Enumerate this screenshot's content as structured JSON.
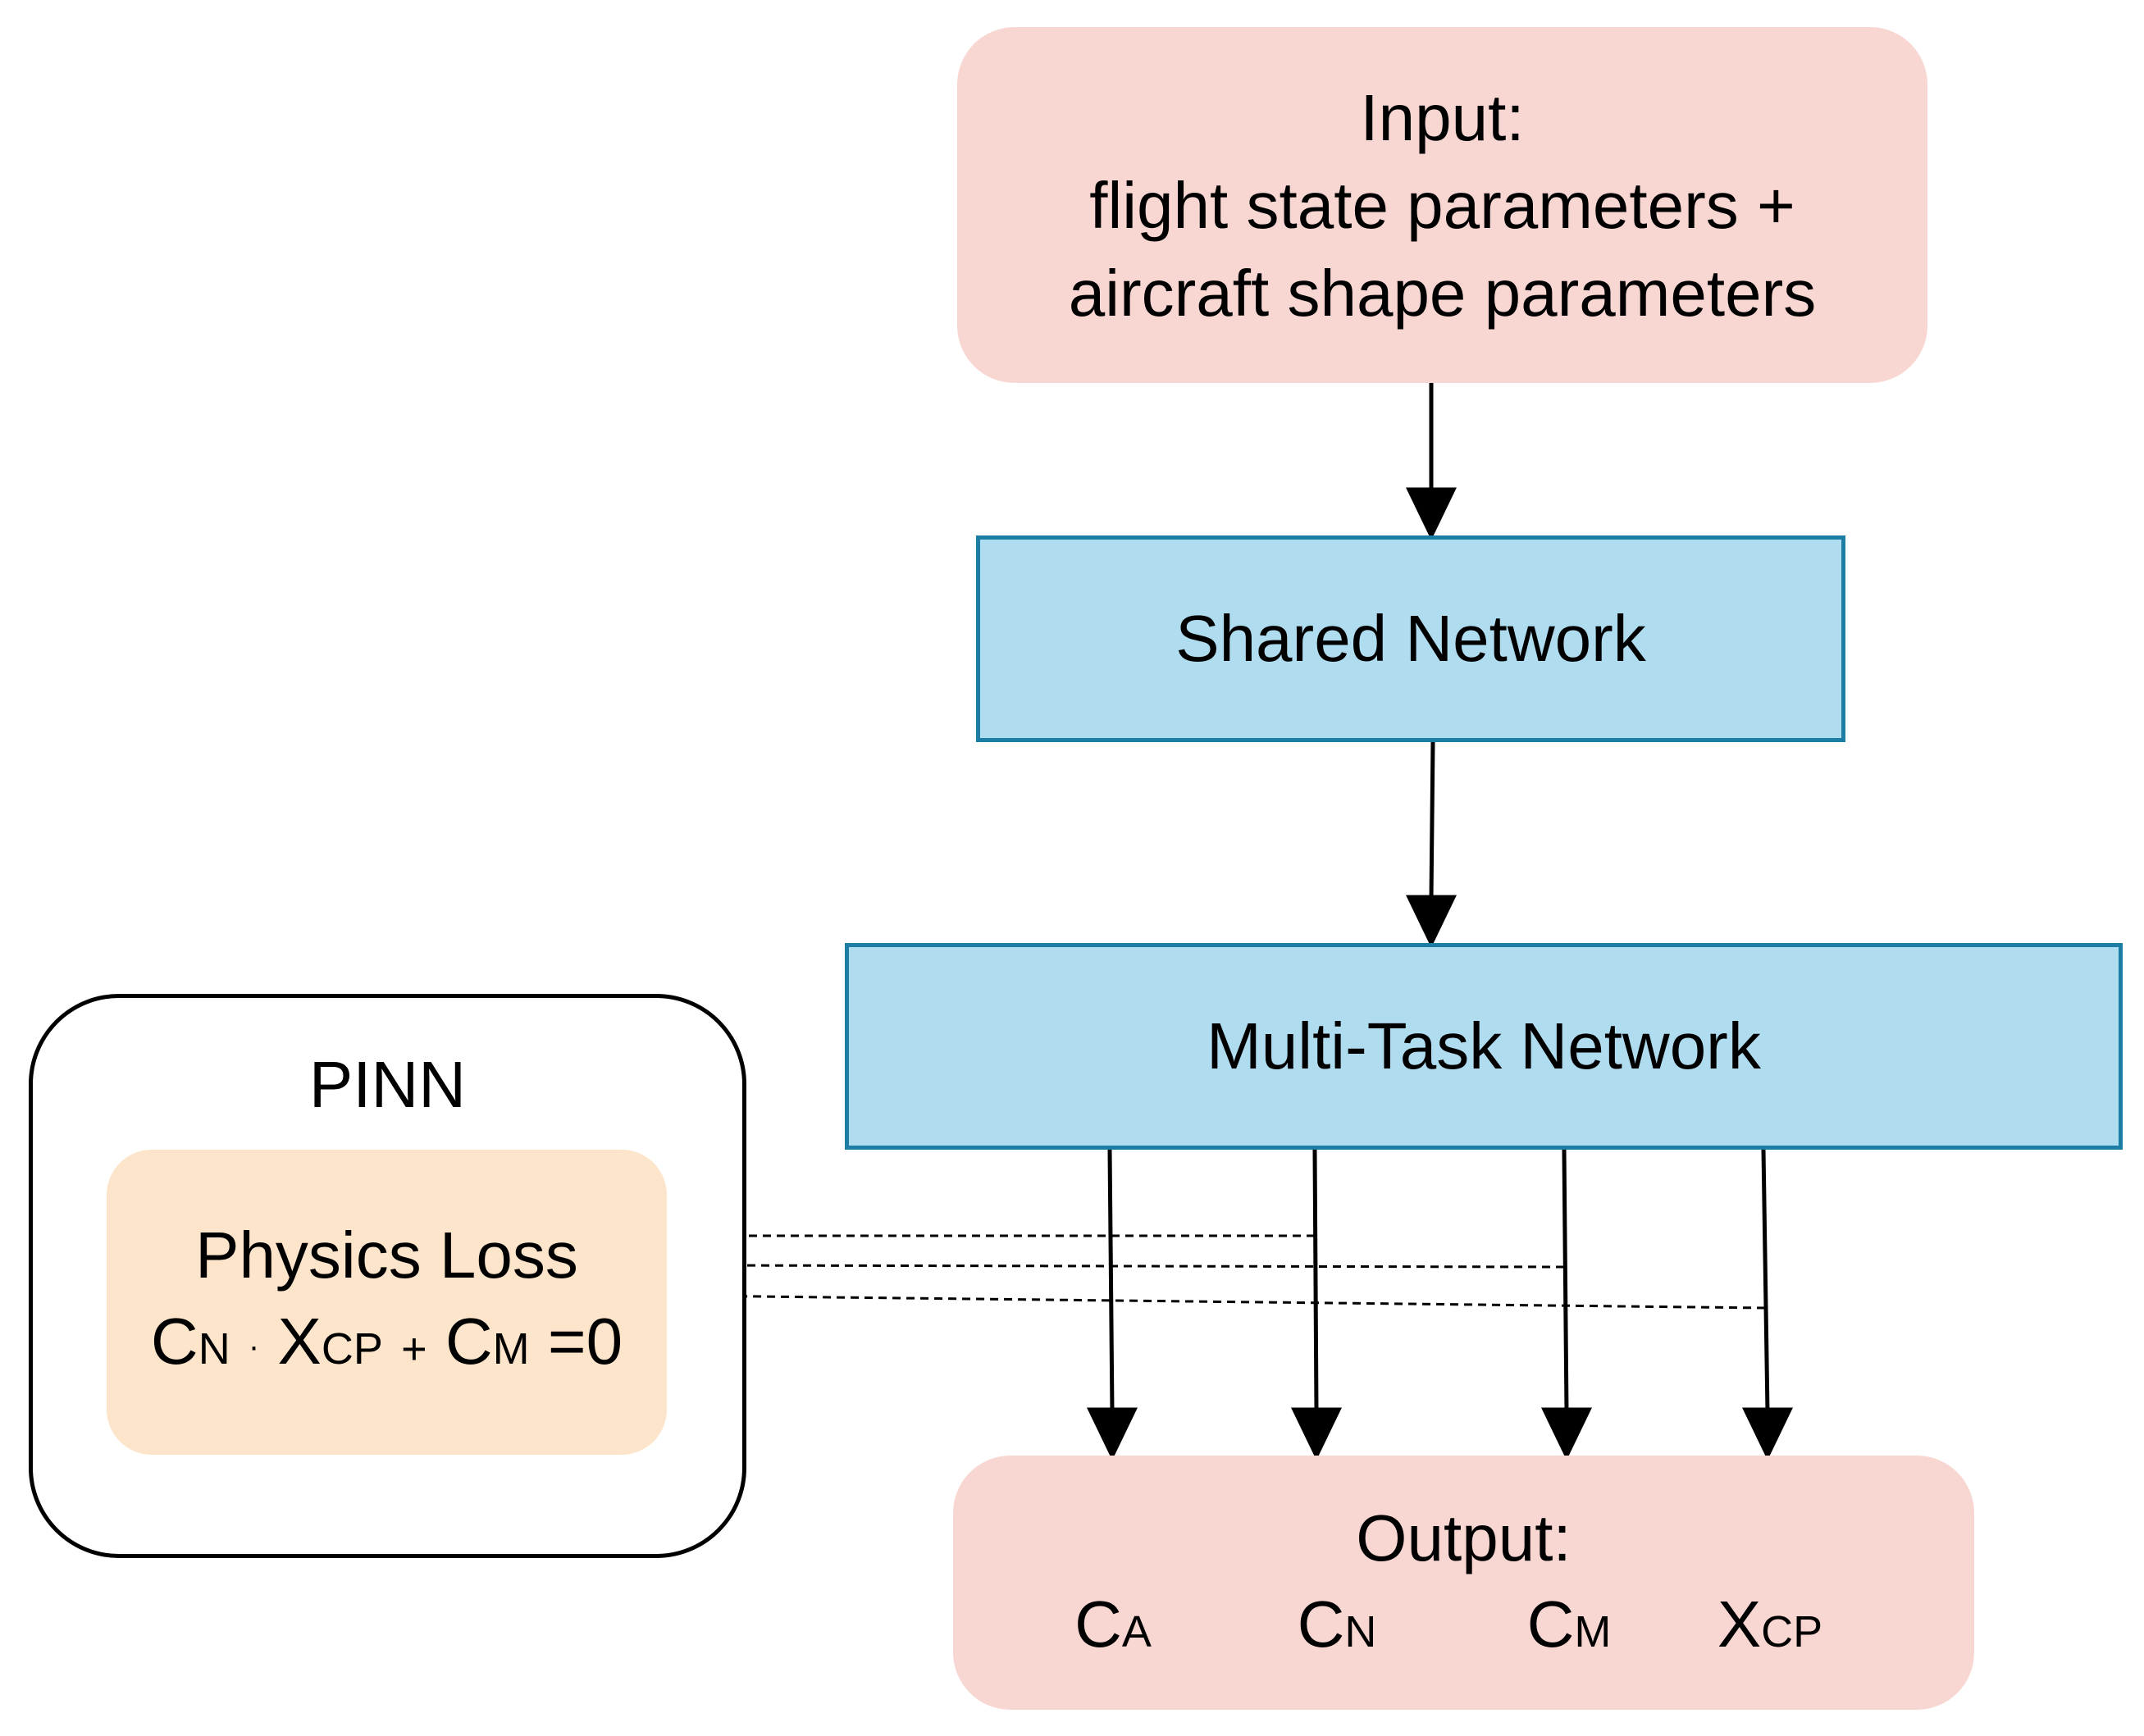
{
  "input": {
    "line1": "Input:",
    "line2": "flight state parameters +",
    "line3": "aircraft shape parameters"
  },
  "shared_network": {
    "label": "Shared Network"
  },
  "multi_task_network": {
    "label": "Multi-Task Network"
  },
  "pinn": {
    "title": "PINN",
    "physics_loss": {
      "title": "Physics Loss",
      "cn_main": "C",
      "cn_sub": "N",
      "dot": "·",
      "xcp_main": "X",
      "xcp_sub": "CP",
      "plus": "+",
      "cm_main": "C",
      "cm_sub": "M",
      "rhs": "=0"
    }
  },
  "output": {
    "title": "Output:",
    "ca_main": "C",
    "ca_sub": "A",
    "cn_main": "C",
    "cn_sub": "N",
    "cm_main": "C",
    "cm_sub": "M",
    "xcp_main": "X",
    "xcp_sub": "CP"
  },
  "colors": {
    "io_fill": "#f8d7d3",
    "network_fill": "#b0dcef",
    "network_border": "#1c7ea5",
    "loss_fill": "#fde5cc",
    "line": "#000000"
  }
}
